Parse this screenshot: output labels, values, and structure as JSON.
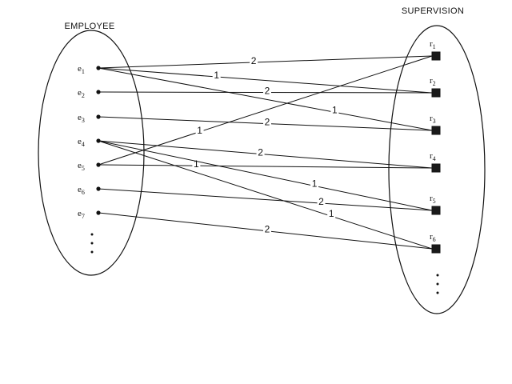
{
  "titles": {
    "employee": "EMPLOYEE",
    "supervision": "SUPERVISION"
  },
  "employees": [
    {
      "id": "e1",
      "letter": "e",
      "sub": "1"
    },
    {
      "id": "e2",
      "letter": "e",
      "sub": "2"
    },
    {
      "id": "e3",
      "letter": "e",
      "sub": "3"
    },
    {
      "id": "e4",
      "letter": "e",
      "sub": "4"
    },
    {
      "id": "e5",
      "letter": "e",
      "sub": "5"
    },
    {
      "id": "e6",
      "letter": "e",
      "sub": "6"
    },
    {
      "id": "e7",
      "letter": "e",
      "sub": "7"
    }
  ],
  "relationships": [
    {
      "id": "r1",
      "letter": "r",
      "sub": "1"
    },
    {
      "id": "r2",
      "letter": "r",
      "sub": "2"
    },
    {
      "id": "r3",
      "letter": "r",
      "sub": "3"
    },
    {
      "id": "r4",
      "letter": "r",
      "sub": "4"
    },
    {
      "id": "r5",
      "letter": "r",
      "sub": "5"
    },
    {
      "id": "r6",
      "letter": "r",
      "sub": "6"
    }
  ],
  "edges": [
    {
      "from": "e1",
      "to": "r1",
      "label": "2"
    },
    {
      "from": "e1",
      "to": "r2",
      "label": "1"
    },
    {
      "from": "e1",
      "to": "r3",
      "label": "1"
    },
    {
      "from": "e2",
      "to": "r2",
      "label": "2"
    },
    {
      "from": "e3",
      "to": "r3",
      "label": "2"
    },
    {
      "from": "e5",
      "to": "r1",
      "label": "1"
    },
    {
      "from": "e4",
      "to": "r4",
      "label": "2"
    },
    {
      "from": "e5",
      "to": "r4",
      "label": "1"
    },
    {
      "from": "e4",
      "to": "r5",
      "label": "1"
    },
    {
      "from": "e4",
      "to": "r6",
      "label": "1"
    },
    {
      "from": "e6",
      "to": "r5",
      "label": "2"
    },
    {
      "from": "e7",
      "to": "r6",
      "label": "2"
    }
  ]
}
